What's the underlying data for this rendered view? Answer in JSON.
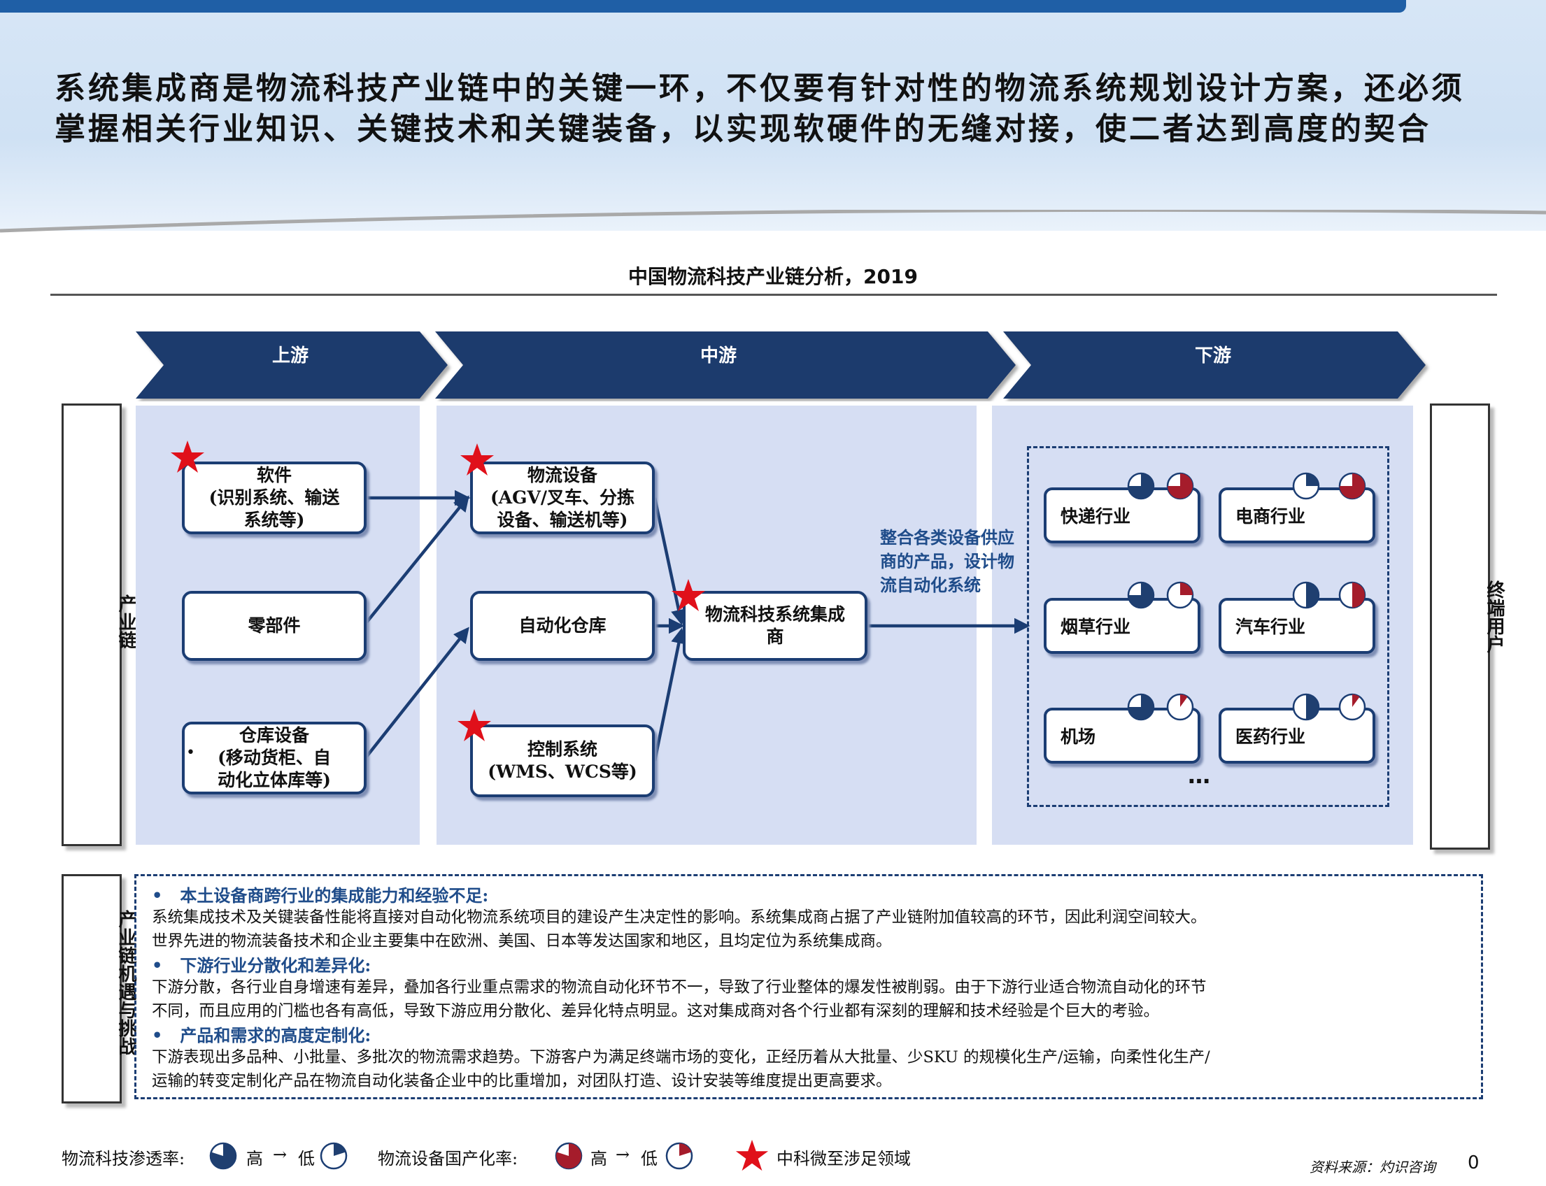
{
  "headline": "系统集成商是物流科技产业链中的关键一环，不仅要有针对性的物流系统规划设计方案，还必须掌握相关行业知识、关键技术和关键装备，以实现软硬件的无缝对接，使二者达到高度的契合",
  "chart_title": "中国物流科技产业链分析，2019",
  "stages": {
    "upstream": "上游",
    "midstream": "中游",
    "downstream": "下游"
  },
  "left_labels": {
    "chain": "产业链",
    "challenges": "产业链机遇与挑战"
  },
  "right_label": "终端用户",
  "upstream_nodes": {
    "software": {
      "line1": "软件",
      "line2": "(识别系统、输送",
      "line3": "系统等)"
    },
    "parts": {
      "line1": "零部件"
    },
    "warehouse_equipment": {
      "line1": "仓库设备",
      "line2": "(移动货柜、自",
      "line3": "动化立体库等)"
    },
    "bullet": "•"
  },
  "midstream_nodes": {
    "logistics_equipment": {
      "line1": "物流设备",
      "line2": "(AGV/叉车、分拣",
      "line3": "设备、输送机等)"
    },
    "automated_warehouse": {
      "line1": "自动化仓库"
    },
    "control_system": {
      "line1": "控制系统",
      "line2": "(WMS、WCS等)"
    },
    "integrator": {
      "line1": "物流科技系统集成",
      "line2": "商"
    }
  },
  "integrate_note": "整合各类设备供应商的产品，设计物流自动化系统",
  "industries": [
    {
      "label": "快递行业",
      "penetration": 0.75,
      "localization": 0.75
    },
    {
      "label": "电商行业",
      "penetration": 0.25,
      "localization": 0.75
    },
    {
      "label": "烟草行业",
      "penetration": 0.75,
      "localization": 0.25
    },
    {
      "label": "汽车行业",
      "penetration": 0.5,
      "localization": 0.5
    },
    {
      "label": "机场",
      "penetration": 0.75,
      "localization": 0.1
    },
    {
      "label": "医药行业",
      "penetration": 0.5,
      "localization": 0.1
    }
  ],
  "industries_more": "…",
  "challenges": [
    {
      "heading": "本土设备商跨行业的集成能力和经验不足:",
      "body1": "系统集成技术及关键装备性能将直接对自动化物流系统项目的建设产生决定性的影响。系统集成商占据了产业链附加值较高的环节，因此利润空间较大。",
      "body2": "世界先进的物流装备技术和企业主要集中在欧洲、美国、日本等发达国家和地区，且均定位为系统集成商。"
    },
    {
      "heading": "下游行业分散化和差异化:",
      "body1": "下游分散，各行业自身增速有差异，叠加各行业重点需求的物流自动化环节不一，导致了行业整体的爆发性被削弱。由于下游行业适合物流自动化的环节",
      "body2": "不同，而且应用的门槛也各有高低，导致下游应用分散化、差异化特点明显。这对集成商对各个行业都有深刻的理解和技术经验是个巨大的考验。"
    },
    {
      "heading": "产品和需求的高度定制化:",
      "body1": "下游表现出多品种、小批量、多批次的物流需求趋势。下游客户为满足终端市场的变化，正经历着从大批量、少SKU 的规模化生产/运输，向柔性化生产/",
      "body2": "运输的转变定制化产品在物流自动化装备企业中的比重增加，对团队打造、设计安装等维度提出更高要求。"
    }
  ],
  "legend": {
    "penetration_label": "物流科技渗透率:",
    "localization_label": "物流设备国产化率:",
    "high": "高",
    "arrow": "→",
    "low": "低",
    "star_label": "中科微至涉足领域"
  },
  "source": "资料来源：灼识咨询",
  "page_number": "0",
  "colors": {
    "navy": "#1b3d73",
    "panel": "#d6def3",
    "red": "#a51c2b",
    "star": "#e0101a",
    "pie_navy": "#1f3f70"
  }
}
